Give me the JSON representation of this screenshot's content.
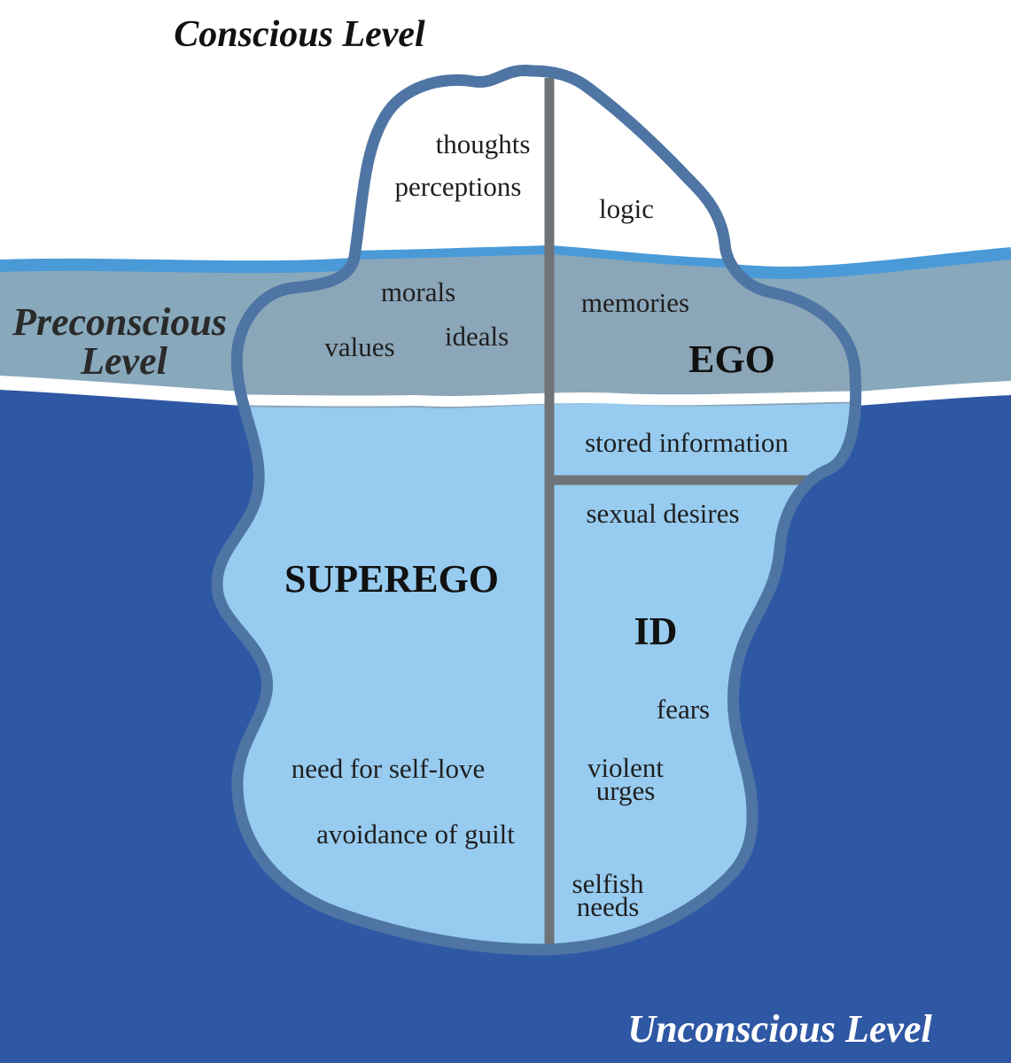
{
  "levels": {
    "conscious": "Conscious Level",
    "preconscious_line1": "Preconscious",
    "preconscious_line2": "Level",
    "unconscious": "Unconscious Level"
  },
  "components": {
    "superego": "SUPEREGO",
    "ego": "EGO",
    "id": "ID"
  },
  "conscious_items": {
    "thoughts": "thoughts",
    "perceptions": "perceptions",
    "logic": "logic"
  },
  "preconscious_items": {
    "morals": "morals",
    "values": "values",
    "ideals": "ideals",
    "memories": "memories",
    "stored_information": "stored information"
  },
  "unconscious_items": {
    "sexual_desires": "sexual desires",
    "fears": "fears",
    "violent_urges_line1": "violent",
    "violent_urges_line2": "urges",
    "selfish_needs_line1": "selfish",
    "selfish_needs_line2": "needs",
    "need_for_self_love": "need for self-love",
    "avoidance_of_guilt": "avoidance of guilt"
  },
  "colors": {
    "sky": "#ffffff",
    "deep_water": "#2f58a4",
    "preconscious_band": "#88a8bc",
    "surface_line": "#4a9ad8",
    "iceberg_above": "#ffffff",
    "iceberg_preconscious": "#8ba6b8",
    "iceberg_below": "#97cbef",
    "iceberg_outline": "#4e75a4",
    "divider": "#6f7478"
  }
}
